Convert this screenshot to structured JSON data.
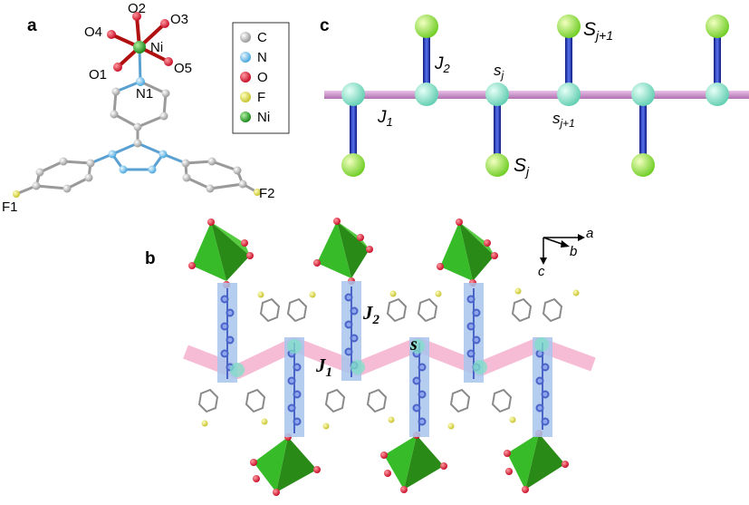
{
  "panels": {
    "a": "a",
    "b": "b",
    "c": "c"
  },
  "panel_a": {
    "atoms": {
      "o2": "O2",
      "o3": "O3",
      "o4": "O4",
      "ni": "Ni",
      "o1": "O1",
      "o5": "O5",
      "n1": "N1",
      "f1": "F1",
      "f2": "F2"
    },
    "legend": [
      {
        "label": "C",
        "color": "#9a9a9a"
      },
      {
        "label": "N",
        "color": "#59b6e6"
      },
      {
        "label": "O",
        "color": "#d8334a"
      },
      {
        "label": "F",
        "color": "#d9d640"
      },
      {
        "label": "Ni",
        "color": "#2f9a2f"
      }
    ]
  },
  "panel_c": {
    "j1": "J",
    "j1_sub": "1",
    "j2": "J",
    "j2_sub": "2",
    "s_j": "s",
    "s_j_sub": "j",
    "s_j1": "s",
    "s_j1_sub": "j+1",
    "S_j": "S",
    "S_j_sub": "j",
    "S_j1": "S",
    "S_j1_sub": "j+1"
  },
  "panel_b": {
    "j1": "J",
    "j1_sub": "1",
    "j2": "J",
    "j2_sub": "2",
    "s": "s",
    "axes": {
      "a": "a",
      "b": "b",
      "c": "c"
    }
  },
  "colors": {
    "chain": "#cc99cc",
    "spin_small": "#7fe0c8",
    "spin_big": "#88dd44",
    "stick": "#2233bb",
    "pink_band": "#f4b8d2",
    "blue_band": "#a8c4ec",
    "octa_green": "#33bb22",
    "octa_dark": "#1f7a14"
  }
}
